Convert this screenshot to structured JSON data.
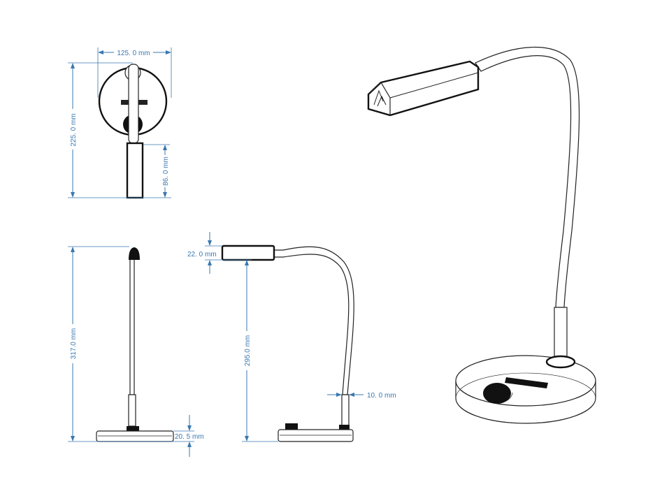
{
  "dimensions": {
    "top_width": "125. 0 mm",
    "top_length": "225. 0 mm",
    "top_handle": "86. 0 mm",
    "front_height": "317.0 mm",
    "front_base_height": "20. 5 mm",
    "side_head_height": "22. 0 mm",
    "side_height": "295.0 mm",
    "side_neck_diameter": "10. 0 mm"
  },
  "colors": {
    "dimension": "#3a78b0",
    "outline": "#222222"
  }
}
